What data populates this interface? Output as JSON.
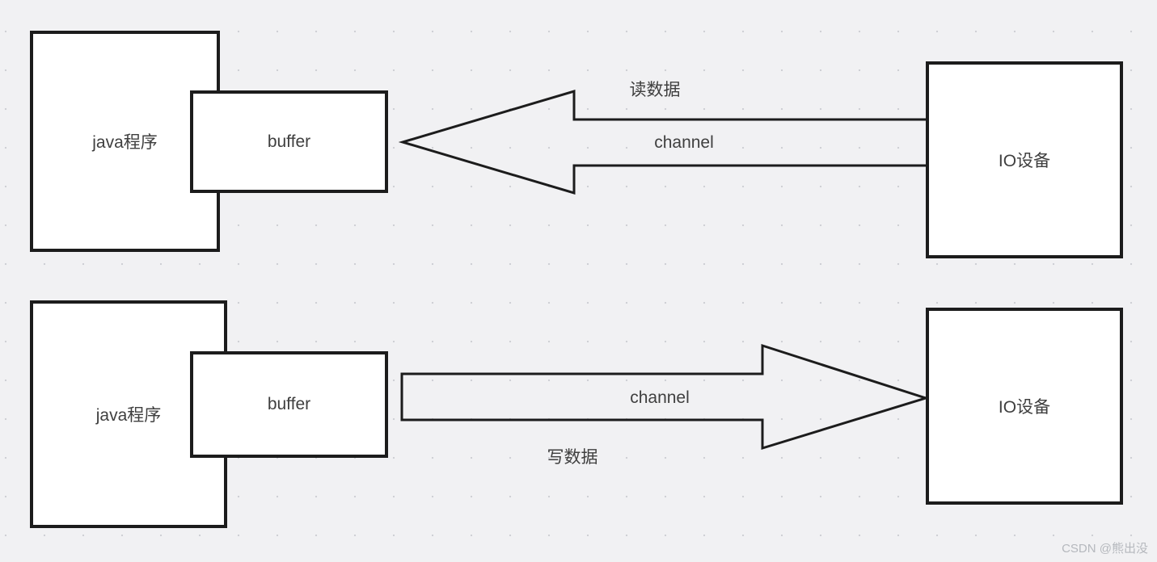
{
  "diagram": {
    "title_semantic": "Java NIO buffer/channel read-write diagram",
    "read_flow": {
      "java_program_label": "java程序",
      "buffer_label": "buffer",
      "io_device_label": "IO设备",
      "data_action_label": "读数据",
      "channel_label": "channel",
      "arrow_direction": "left"
    },
    "write_flow": {
      "java_program_label": "java程序",
      "buffer_label": "buffer",
      "io_device_label": "IO设备",
      "channel_label": "channel",
      "data_action_label": "写数据",
      "arrow_direction": "right"
    },
    "watermark": "CSDN @熊出没",
    "colors": {
      "background": "#f1f1f3",
      "grid_dot": "#cfd0d5",
      "box_border": "#1c1c1c",
      "box_fill": "#ffffff",
      "arrow_stroke": "#1c1c1c",
      "text": "#3f3f3f",
      "watermark_text": "#b5b8bd"
    }
  }
}
